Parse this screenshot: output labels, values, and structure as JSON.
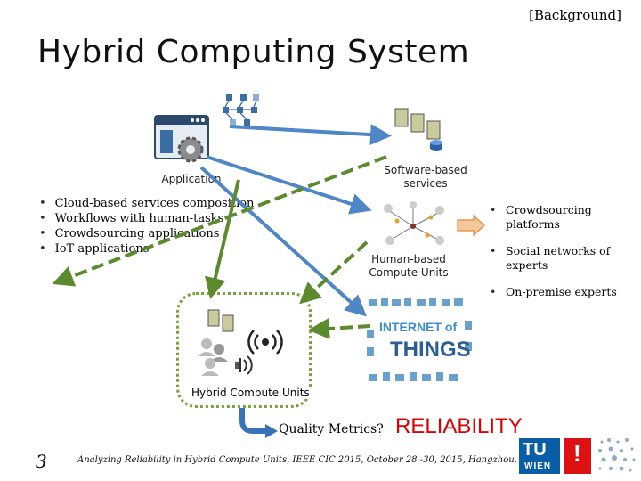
{
  "header": {
    "tag": "[Background]",
    "title": "Hybrid Computing System"
  },
  "application": {
    "label": "Application",
    "items": [
      "Cloud-based services composition",
      "Workflows with human-tasks",
      "Crowdsourcing applications",
      "IoT applications"
    ]
  },
  "software_services": {
    "label_line1": "Software-based",
    "label_line2": "services"
  },
  "human_units": {
    "label_line1": "Human-based",
    "label_line2": "Compute Units"
  },
  "human_units_list": {
    "items": [
      "Crowdsourcing platforms",
      "Social networks of experts",
      "On-premise experts"
    ]
  },
  "iot": {
    "line1": "INTERNET of",
    "line2": "THINGS"
  },
  "hybrid": {
    "label": "Hybrid Compute Units"
  },
  "quality": {
    "label": "Quality Metrics?",
    "value": "RELIABILITY"
  },
  "footer": {
    "page": "3",
    "citation": "Analyzing Reliability in Hybrid Compute Units, IEEE CIC 2015, October 28 -30, 2015, Hangzhou.",
    "logo_tu": "TU",
    "logo_wien": "WIEN"
  },
  "colors": {
    "arrow_blue": "#4f86c6",
    "arrow_green": "#5c8a2e",
    "reliability": "#e00000",
    "hcu_border": "#7aa23a",
    "logo_blue": "#0a5ea8",
    "logo_red": "#dd1111"
  }
}
